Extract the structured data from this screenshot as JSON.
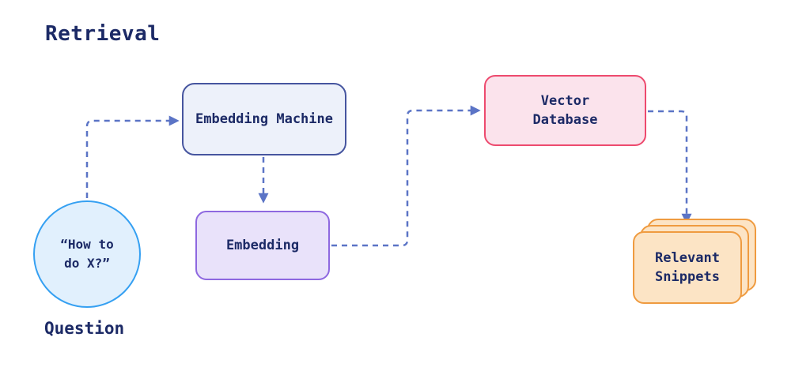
{
  "diagram": {
    "title": "Retrieval",
    "nodes": {
      "question": {
        "text": "“How to\ndo X?”",
        "caption": "Question"
      },
      "embedding_machine": {
        "label": "Embedding Machine"
      },
      "embedding": {
        "label": "Embedding"
      },
      "vector_database": {
        "label": "Vector\nDatabase"
      },
      "relevant_snippets": {
        "label": "Relevant\nSnippets"
      }
    },
    "colors": {
      "text_navy": "#1c2a66",
      "arrow_blue": "#5b74c6",
      "question_border": "#35a0f2",
      "question_fill": "#e1f0fd",
      "embedding_machine_border": "#46559f",
      "embedding_machine_fill": "#edf1fa",
      "embedding_border": "#8e68e0",
      "embedding_fill": "#e9e2fa",
      "vector_database_border": "#ed4a6e",
      "vector_database_fill": "#fbe3ec",
      "snippets_border": "#ef9b40",
      "snippets_fill": "#fce4c5"
    }
  }
}
